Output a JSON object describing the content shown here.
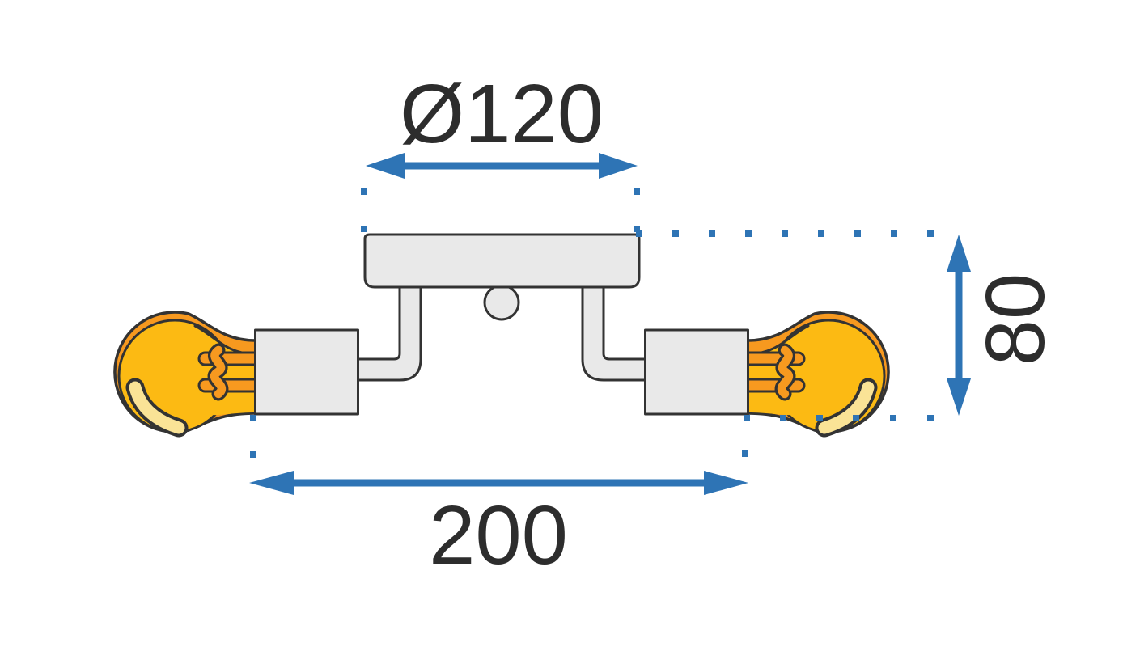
{
  "diagram": {
    "name": "two-arm ceiling lamp dimension drawing",
    "dimensions": {
      "diameter": {
        "label": "Ø120",
        "value": 120
      },
      "width": {
        "label": "200",
        "value": 200
      },
      "height": {
        "label": "80",
        "value": 80
      }
    }
  },
  "colors": {
    "background": "#FFFFFF",
    "accent-blue": "#2E74B5",
    "outline-dark": "#333333",
    "text-dark": "#2D2D2D",
    "part-gray": "#E9E9E9",
    "bulb-yellow": "#FCBA13",
    "bulb-orange": "#F7991F",
    "bulb-highlight": "#FAE396"
  }
}
